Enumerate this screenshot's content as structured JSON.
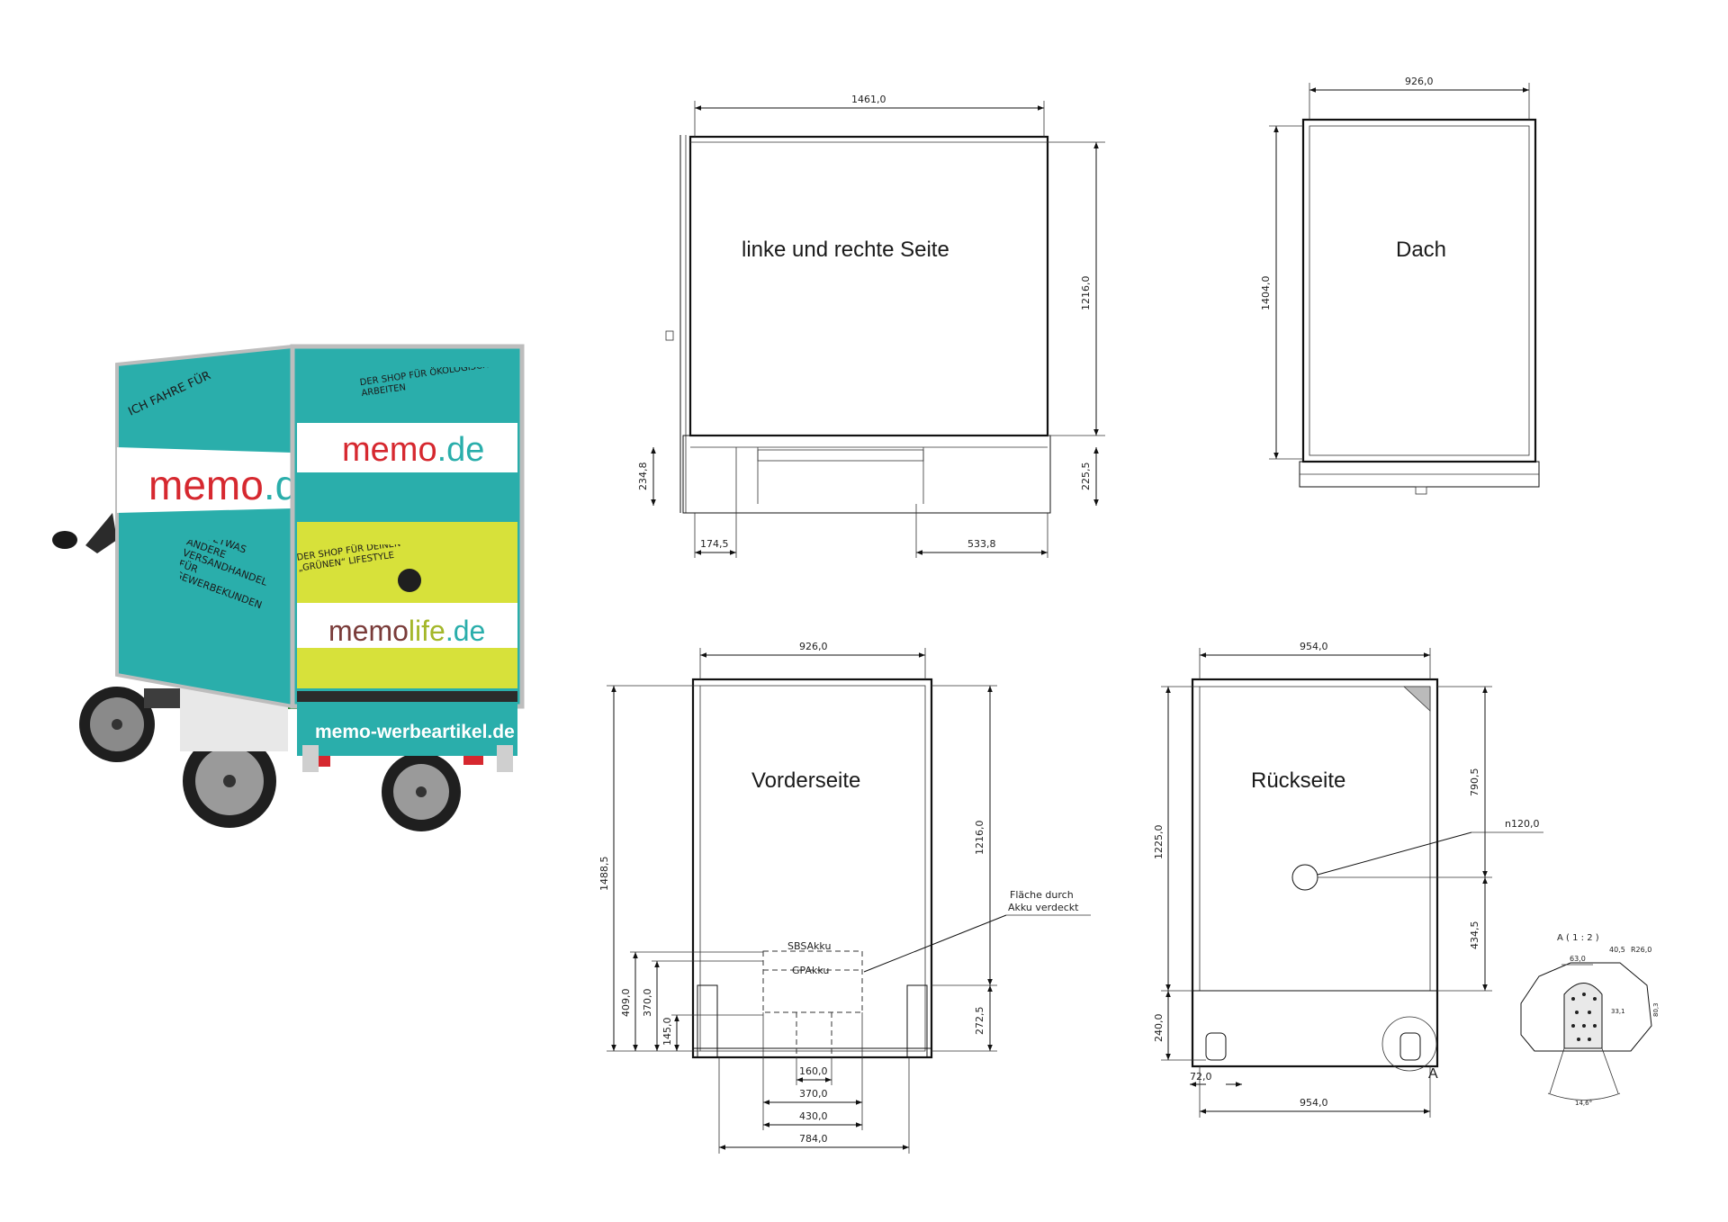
{
  "bike": {
    "left_panel": {
      "top_text": "ICH FAHRE FÜR",
      "brand_memo": "memo",
      "brand_tld": ".de",
      "bottom_text": "DER ETWAS ANDERE VERSANDHANDEL FÜR GEWERBEKUNDEN"
    },
    "right_panel": {
      "top_text": "DER SHOP FÜR ÖKOLOGISCHES ARBEITEN",
      "brand_memo": "memo",
      "brand_tld": ".de",
      "mid_text": "DER SHOP FÜR DEINEN „GRÜNEN“ LIFESTYLE",
      "brand2_memo": "memo",
      "brand2_life": "life",
      "brand2_tld": ".de",
      "footer_url": "memo-werbeartikel.de"
    },
    "colors": {
      "teal": "#2aaeab",
      "lime": "#d7e13a",
      "red": "#d6282f",
      "brown": "#7a3c3a"
    }
  },
  "views": {
    "side": {
      "title": "linke und rechte Seite",
      "dims": {
        "width": "1461,0",
        "height": "1216,0",
        "base_left": "234,8",
        "base_right": "225,5",
        "bottom_left": "174,5",
        "bottom_right": "533,8"
      }
    },
    "roof": {
      "title": "Dach",
      "dims": {
        "width": "926,0",
        "height": "1404,0"
      }
    },
    "front": {
      "title": "Vorderseite",
      "dims": {
        "width": "926,0",
        "total_height": "1488,5",
        "height": "1216,0",
        "h409": "409,0",
        "h370": "370,0",
        "h145": "145,0",
        "h272": "272,5",
        "w160": "160,0",
        "w370": "370,0",
        "w430": "430,0",
        "w784": "784,0"
      },
      "labels": {
        "sbs": "SBSAkku",
        "gp": "GPAkku",
        "note_line1": "Fläche durch",
        "note_line2": "Akku verdeckt"
      }
    },
    "back": {
      "title": "Rückseite",
      "dims": {
        "width_top": "954,0",
        "width_bottom": "954,0",
        "h1225": "1225,0",
        "h790": "790,5",
        "h434": "434,5",
        "h240": "240,0",
        "w72": "72,0",
        "hole": "n120,0"
      },
      "detail_marker": "A"
    },
    "detail": {
      "title": "A ( 1 : 2 )",
      "dims": {
        "d63": "63,0",
        "d40": "40,5",
        "r26": "R26,0",
        "d33": "33,1",
        "d80": "80,3",
        "d14": "14,6°"
      }
    }
  }
}
